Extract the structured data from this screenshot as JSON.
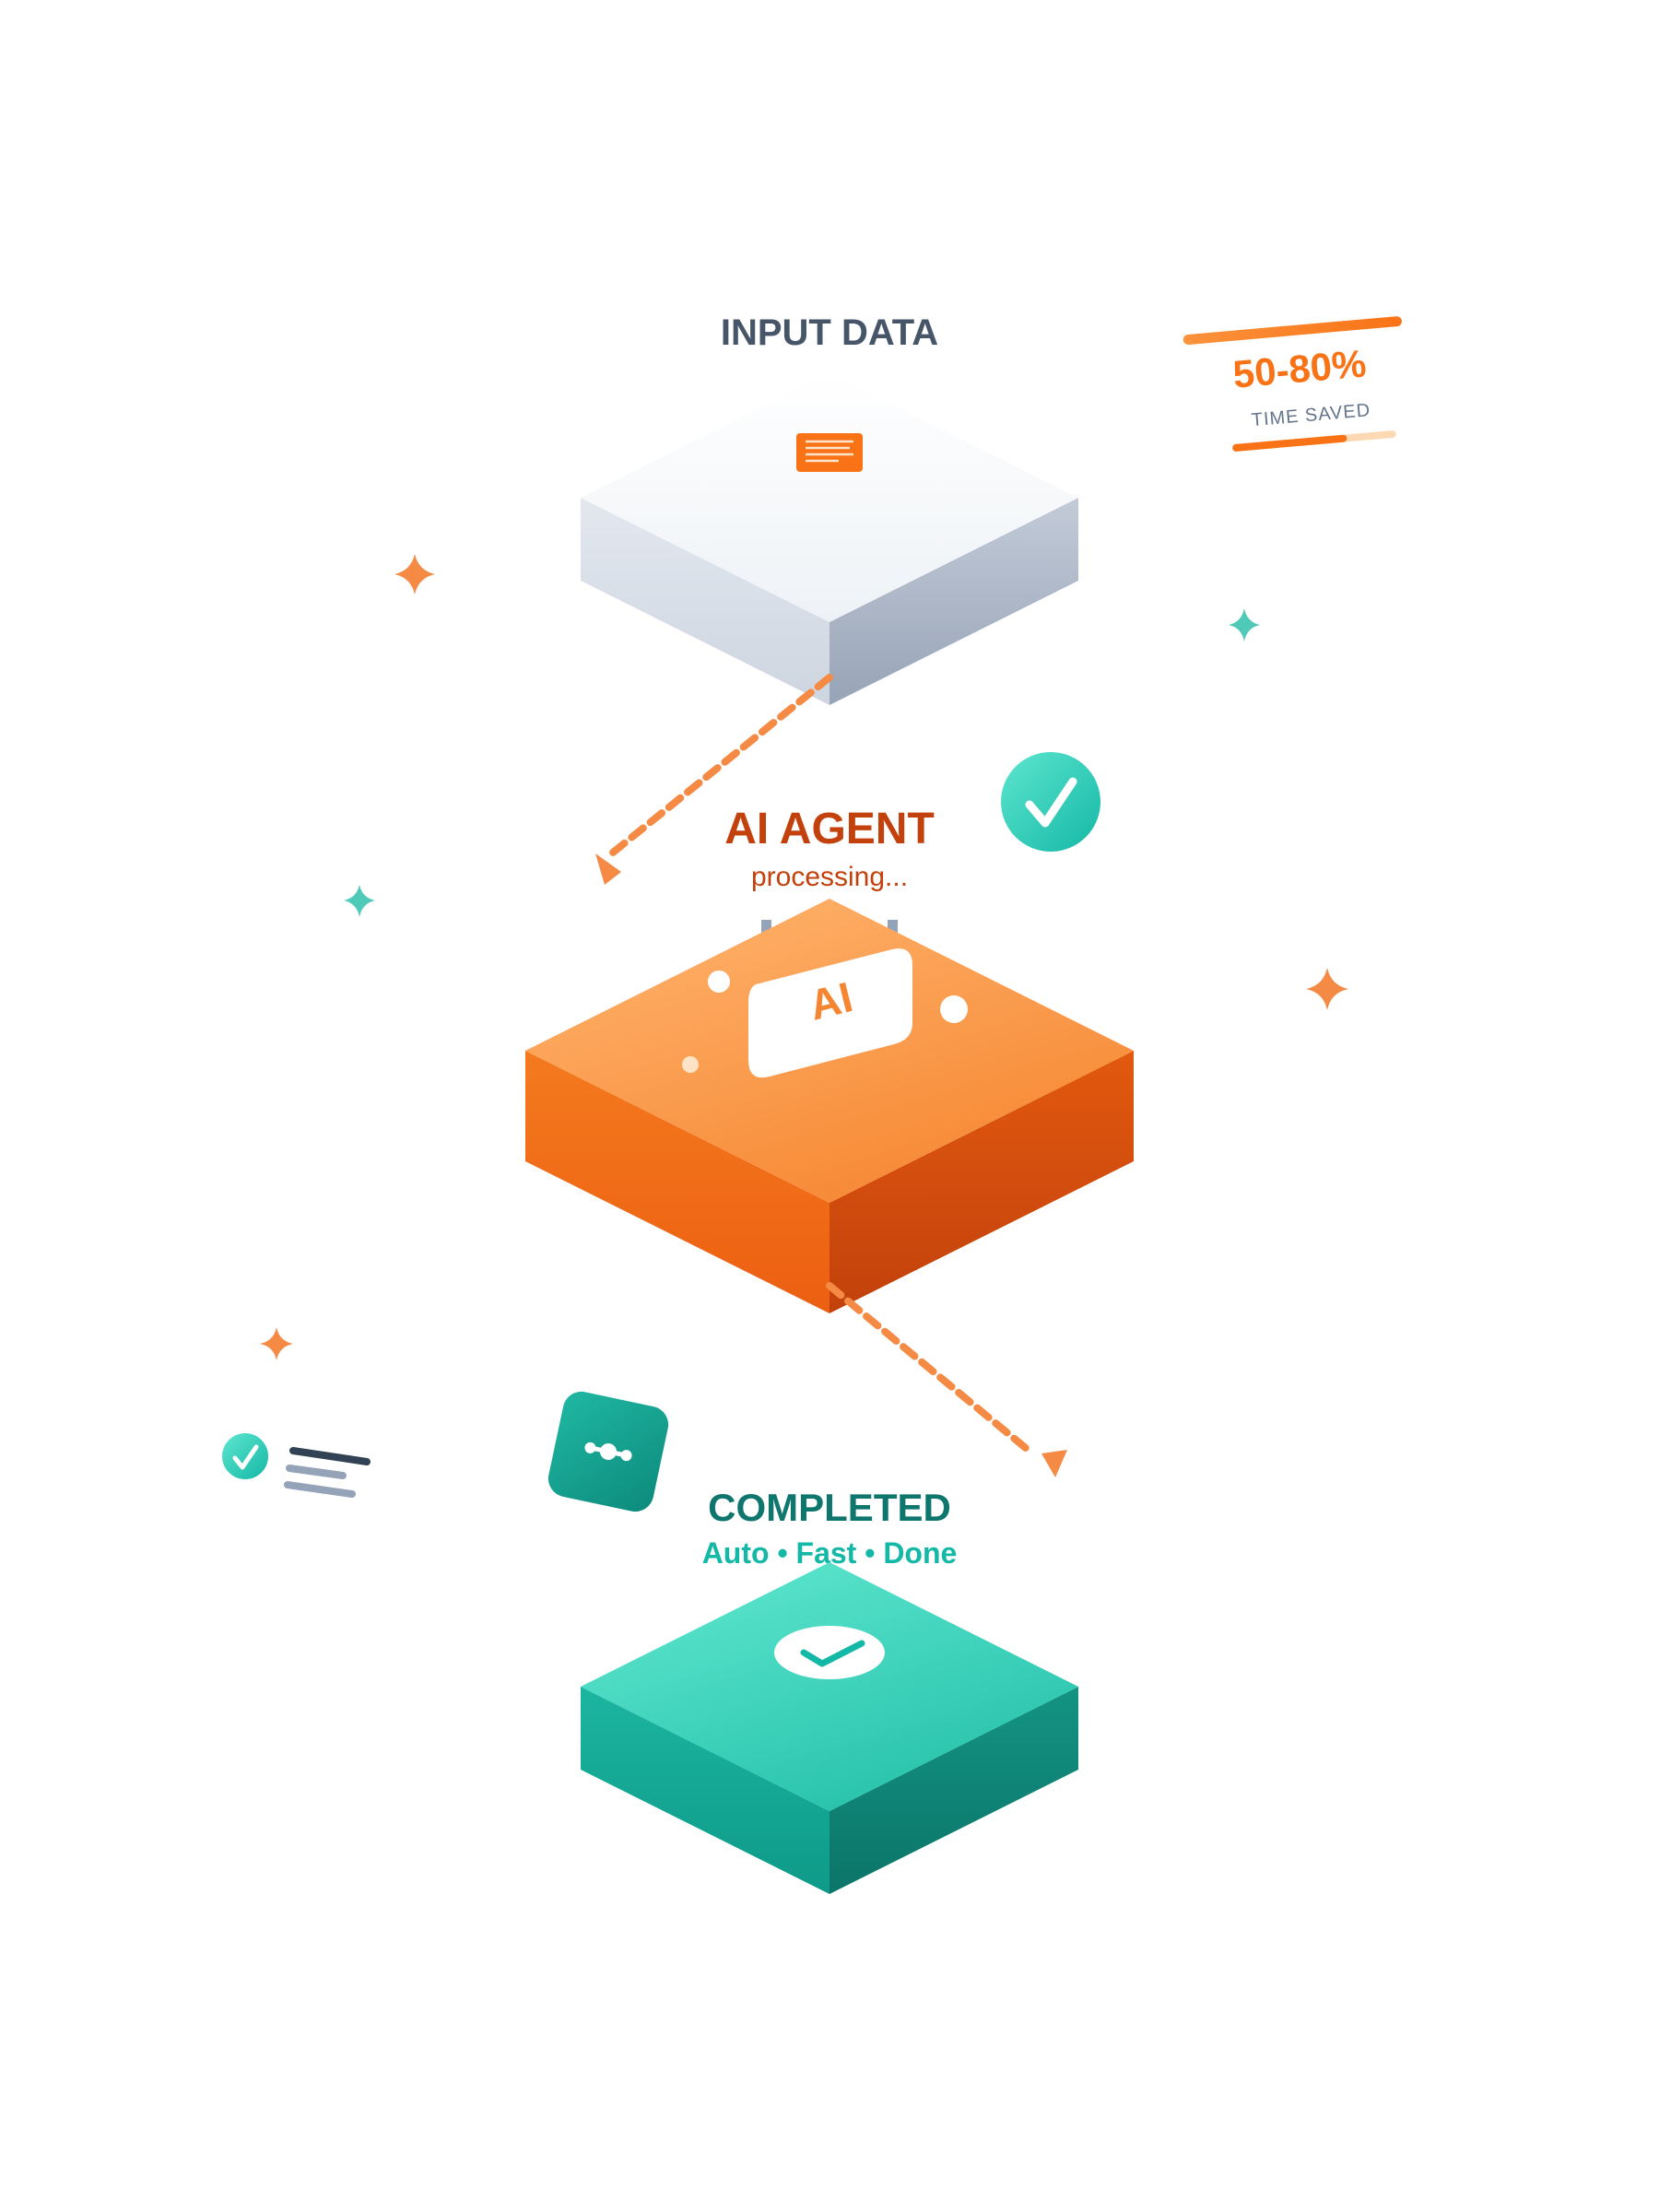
{
  "stages": {
    "input": {
      "title": "INPUT DATA"
    },
    "agent": {
      "title": "AI AGENT",
      "status": "processing...",
      "chip_label": "AI"
    },
    "completed": {
      "title": "COMPLETED",
      "subtitle": "Auto • Fast • Done"
    }
  },
  "stat_card": {
    "value": "50-80%",
    "label": "TIME SAVED",
    "progress": 0.7
  },
  "colors": {
    "orange": "#f57a22",
    "orange_dark": "#c2410c",
    "teal": "#14b8a6",
    "teal_dark": "#0f766e",
    "slate": "#475569"
  },
  "icons": {
    "input_tile": "document-icon",
    "agent_badge": "checkmark-badge-icon",
    "completed_tile": "checkmark-icon",
    "workflow_tile": "workflow-nodes-icon",
    "task_list": "checklist-icon"
  }
}
